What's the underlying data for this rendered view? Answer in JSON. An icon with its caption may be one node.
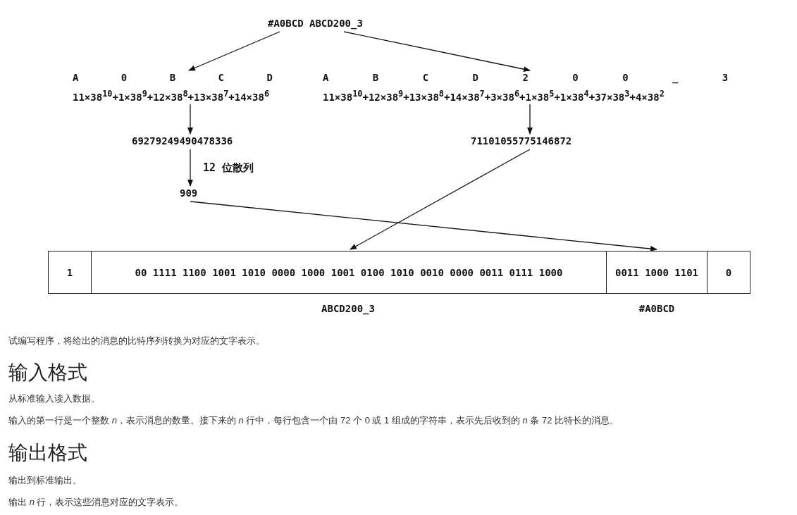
{
  "diagram": {
    "nodes": [
      {
        "text": [
          "#A0BCD ABCD200_3"
        ]
      },
      {
        "text": [
          "A 0 B C D",
          "11×38$^{10}$+1×38$^{9}$+12×38$^{8}$+13×38$^{7}$+14×38$^{6}$"
        ]
      },
      {
        "text": [
          "A B C D 2 0 0 _ 3",
          "11×38$^{10}$+12×38$^{9}$+13×38$^{8}$+14×38$^{7}$+3×38$^{6}$+1×38$^{5}$+1×38$^{4}$+37×38$^{3}$+4×38$^{2}$"
        ]
      },
      {
        "text": [
          "69279249490478336"
        ]
      },
      {
        "text": [
          "71101055775146872"
        ]
      },
      {
        "text": [
          "909"
        ]
      },
      {
        "text": [
          "1"
        ]
      },
      {
        "text": [
          "00 1111 1100 1001 1010 0000 1000 1001 0100 1010 0010 0000 0011 0111 1000"
        ],
        "beside": [
          "ABCD200_3"
        ]
      },
      {
        "text": [
          "0011 1000 1101"
        ],
        "beside": [
          "#A0BCD"
        ]
      },
      {
        "text": [
          "0"
        ]
      }
    ],
    "edges": [
      {
        "from": 0,
        "to": 1,
        "arrow": "to"
      },
      {
        "from": 0,
        "to": 2,
        "arrow": "to"
      },
      {
        "from": 1,
        "to": 3,
        "arrow": "to"
      },
      {
        "from": 2,
        "to": 4,
        "arrow": "to"
      },
      {
        "from": 3,
        "to": 5,
        "arrow": "to",
        "label": "12 位散列"
      },
      {
        "from": 5,
        "to": 8,
        "arrow": "to"
      },
      {
        "from": 4,
        "to": 7,
        "arrow": "to"
      }
    ],
    "labels": [
      "试编写程序，将给出的消息的比特序列转换为对应的文字表示。",
      "输入格式",
      "从标准输入读入数据。",
      "输入的第一行是一个整数 *n*，表示消息的数量。接下来的 *n* 行中，每行包含一个由 72 个 0 或 1 组成的字符串，表示先后收到的 *n* 条 72 比特长的消息。",
      "输出格式",
      "输出到标准输出。",
      "输出 *n* 行，表示这些消息对应的文字表示。"
    ]
  }
}
